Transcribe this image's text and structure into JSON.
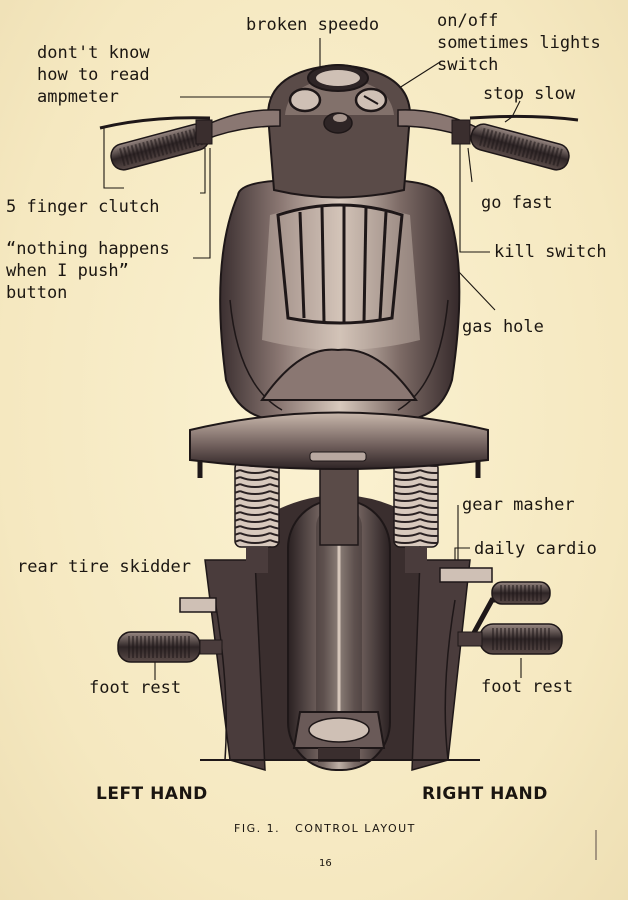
{
  "labels": {
    "broken_speedo": "broken speedo",
    "on_off": "on/off\nsometimes lights\nswitch",
    "ampmeter": "dont't know\nhow to read\nampmeter",
    "stop_slow": "stop slow",
    "clutch": "5 finger clutch",
    "go_fast": "go fast",
    "nothing_happens": "“nothing happens\nwhen I push”\nbutton",
    "kill_switch": "kill switch",
    "gas_hole": "gas hole",
    "gear_masher": "gear masher",
    "daily_cardio": "daily cardio",
    "rear_tire_skidder": "rear tire skidder",
    "foot_rest_left": "foot rest",
    "foot_rest_right": "foot rest"
  },
  "captions": {
    "left_hand": "LEFT HAND",
    "right_hand": "RIGHT HAND",
    "figure": "FIG. 1.   CONTROL LAYOUT",
    "page_number": "16"
  },
  "colors": {
    "paper": "#f7ecc6",
    "ink": "#1c1712",
    "metal_dark": "#3a2e2e",
    "metal_mid": "#6a5a58",
    "metal_light": "#b8a8a0"
  }
}
